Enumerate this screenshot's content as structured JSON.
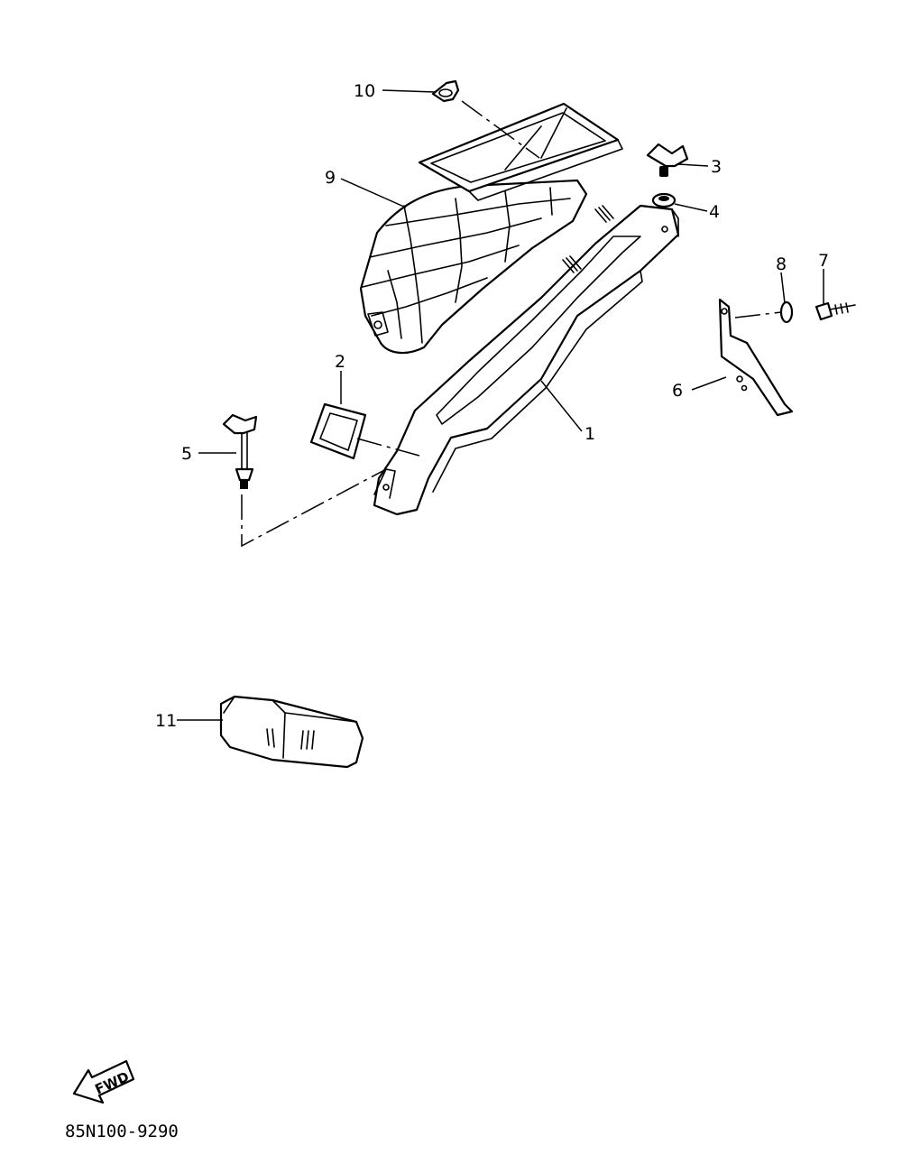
{
  "diagram": {
    "callouts": [
      {
        "id": "1",
        "label": "1"
      },
      {
        "id": "2",
        "label": "2"
      },
      {
        "id": "3",
        "label": "3"
      },
      {
        "id": "4",
        "label": "4"
      },
      {
        "id": "5",
        "label": "5"
      },
      {
        "id": "6",
        "label": "6"
      },
      {
        "id": "7",
        "label": "7"
      },
      {
        "id": "8",
        "label": "8"
      },
      {
        "id": "9",
        "label": "9"
      },
      {
        "id": "10",
        "label": "10"
      },
      {
        "id": "11",
        "label": "11"
      }
    ],
    "direction_marker": "FWD",
    "drawing_code": "85N100-9290"
  }
}
